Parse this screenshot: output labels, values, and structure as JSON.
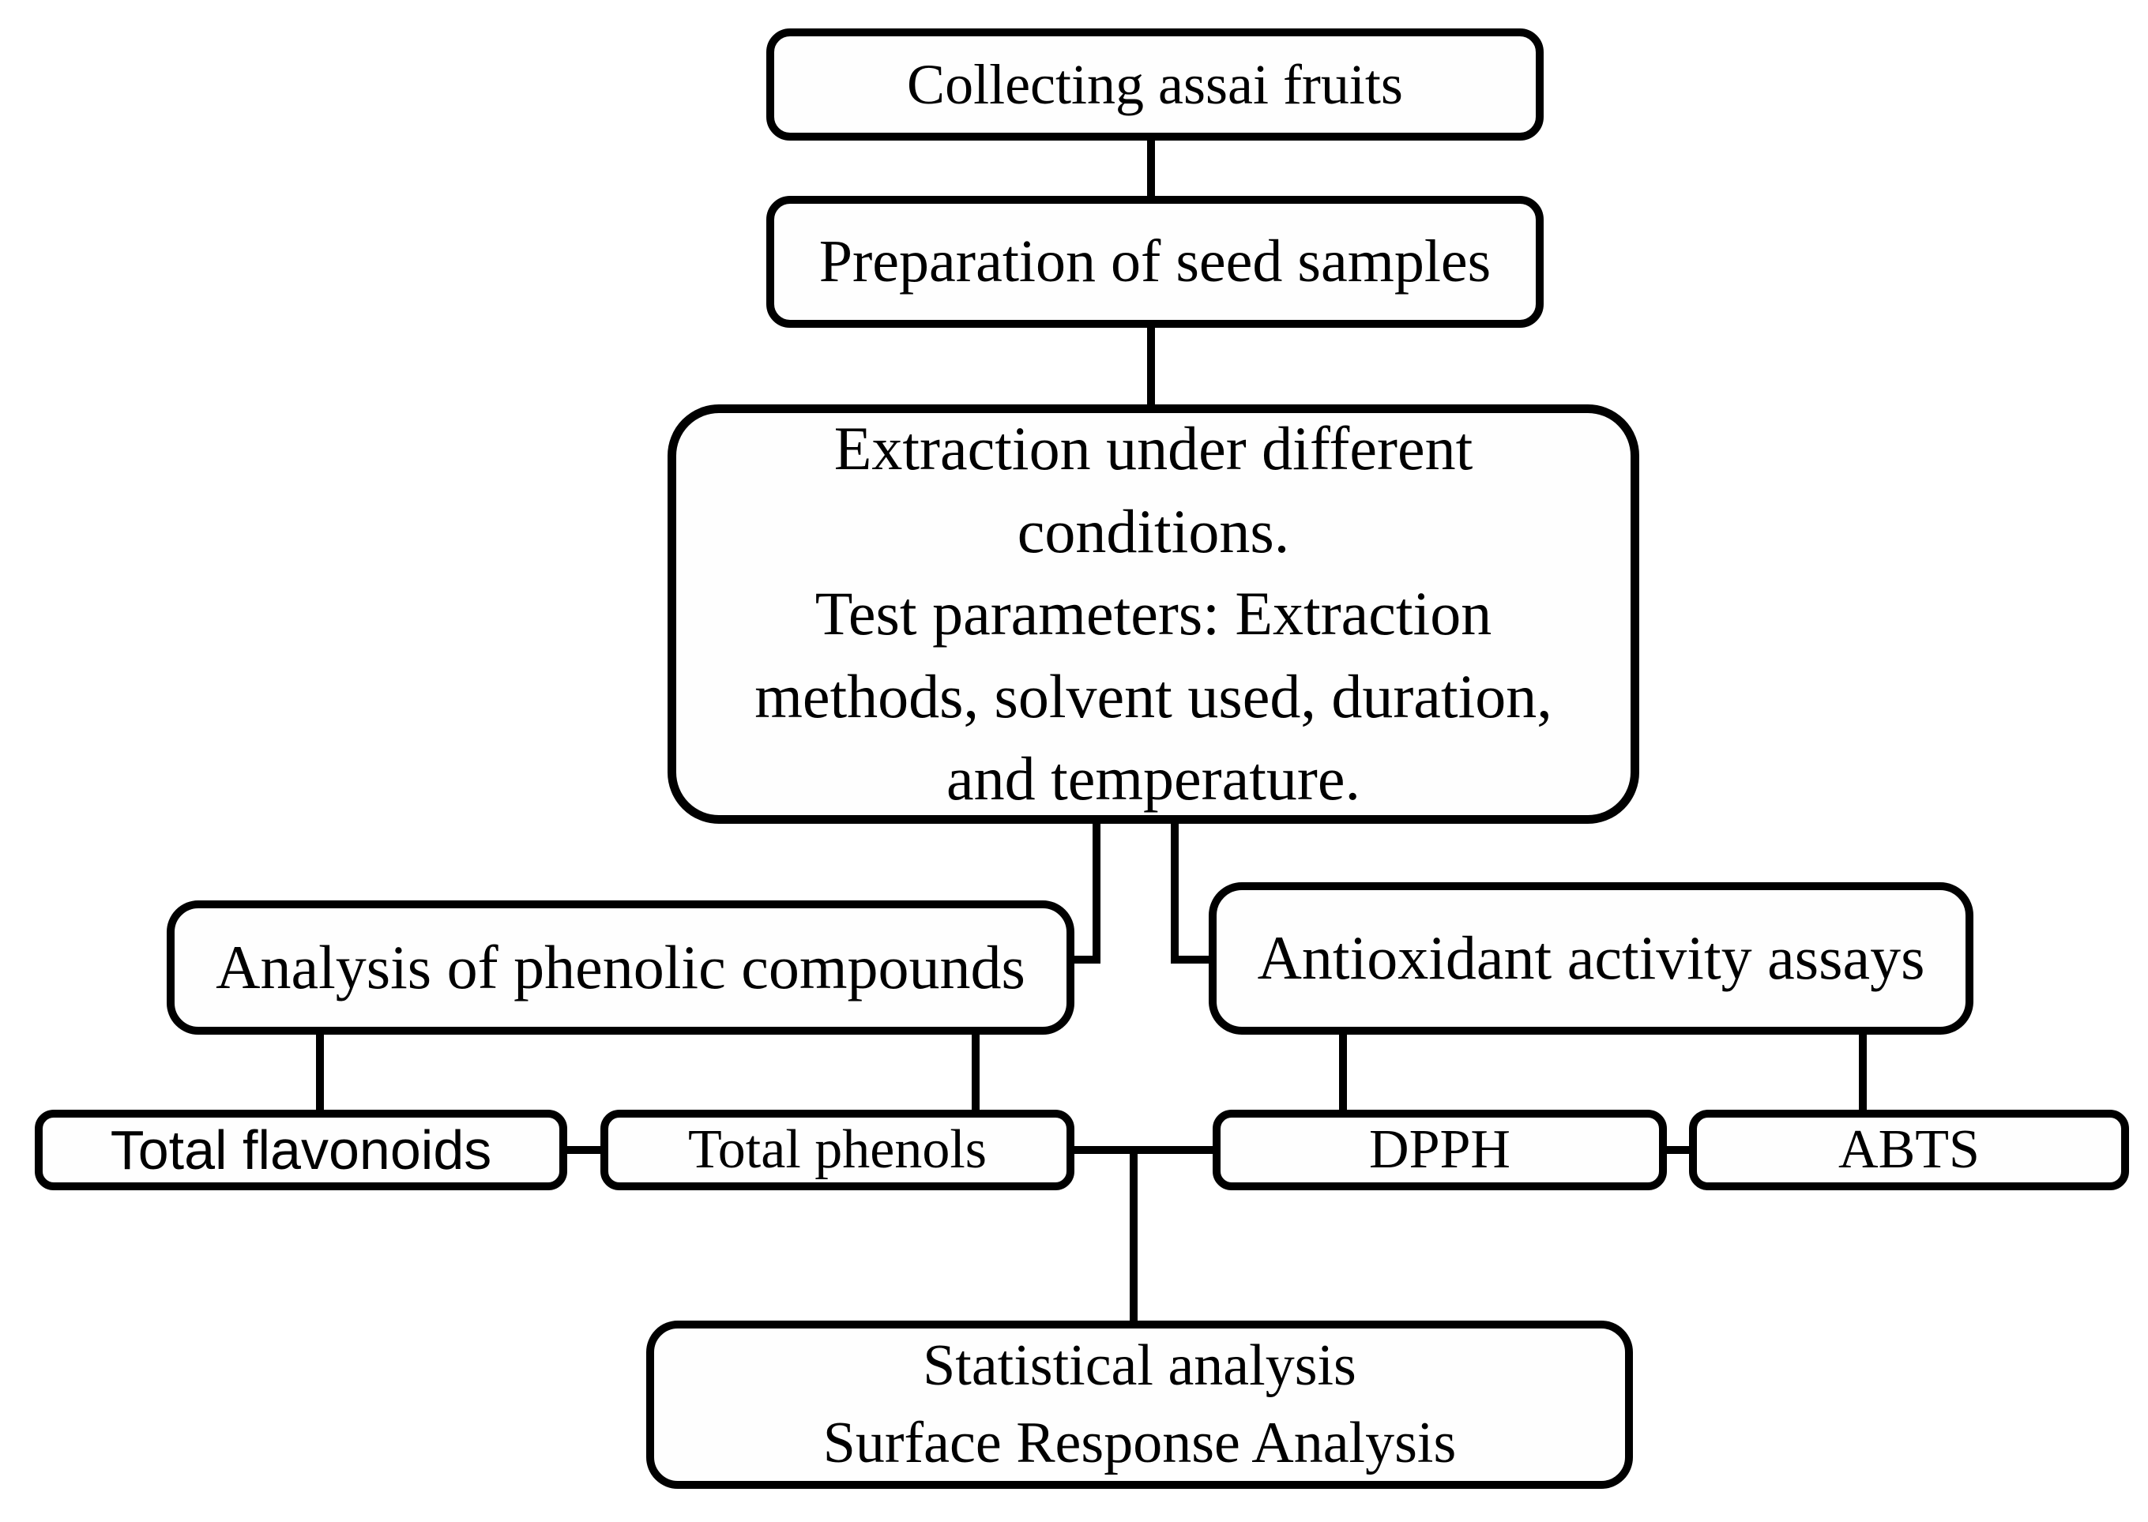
{
  "diagram": {
    "background_color": "#ffffff",
    "line_color": "#000000",
    "box_fill_color": "#fefefe",
    "nodes": {
      "collecting": {
        "label": "Collecting assai fruits"
      },
      "preparation": {
        "label": "Preparation of seed samples"
      },
      "extraction": {
        "label": "Extraction under different\nconditions.\nTest parameters: Extraction\nmethods, solvent used, duration,\nand temperature."
      },
      "analysis": {
        "label": "Analysis of phenolic compounds"
      },
      "antioxidant": {
        "label": "Antioxidant activity assays"
      },
      "total_flavonoids": {
        "label": "Total flavonoids"
      },
      "total_phenols": {
        "label": "Total phenols"
      },
      "dpph": {
        "label": "DPPH"
      },
      "abts": {
        "label": "ABTS"
      },
      "statistical": {
        "label": "Statistical analysis\nSurface Response Analysis"
      }
    }
  }
}
